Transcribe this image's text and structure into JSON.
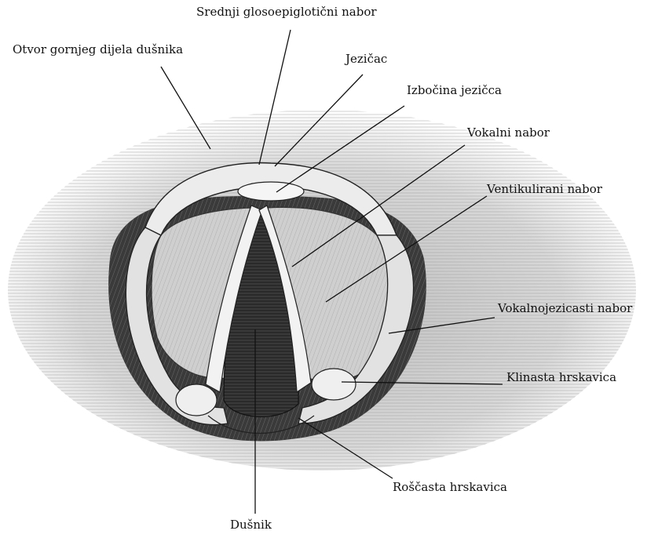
{
  "labels": {
    "median_fold": "Srednji glosoepiglotični nabor",
    "upper_trachea_opening": "Otvor gornjeg dijela dušnika",
    "epiglottis": "Jezičac",
    "epiglottis_tubercle": "Izbočina jezičca",
    "vocal_fold": "Vokalni nabor",
    "ventricular_fold": "Ventikulirani nabor",
    "aryepiglottic_fold": "Vokalnojezicasti nabor",
    "cuneiform_cartilage": "Klinasta hrskavica",
    "corniculate_cartilage": "Roščasta hrskavica",
    "trachea": "Dušnik"
  },
  "colors": {
    "ink": "#111111",
    "background": "#ffffff",
    "tissue_light": "#e4e4e4",
    "tissue_mid": "#9a9a9a",
    "cavity": "#2a2a2a"
  }
}
